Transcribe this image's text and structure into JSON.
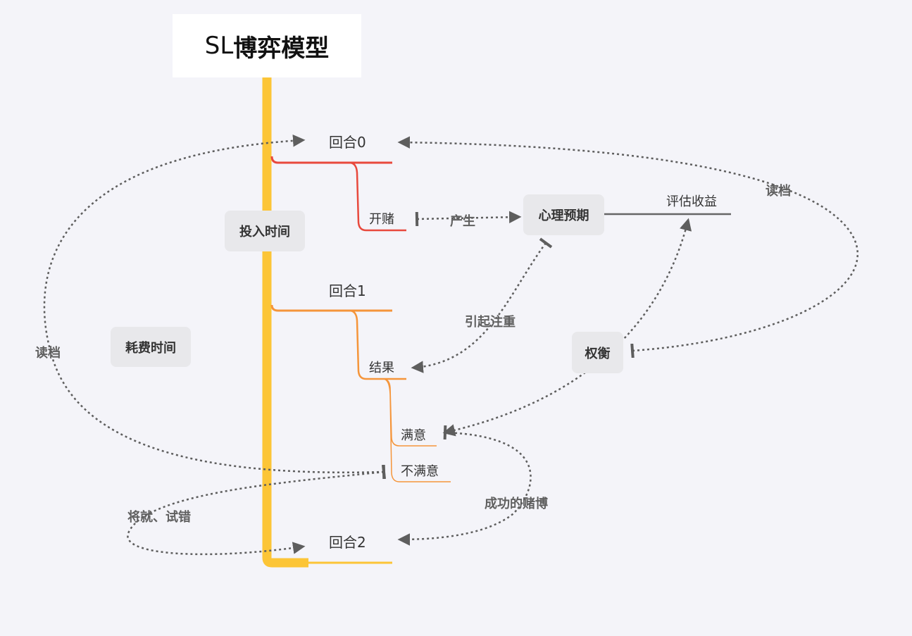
{
  "title": {
    "prefix": "SL",
    "main": "博弈模型"
  },
  "rounds": [
    "回合0",
    "回合1",
    "回合2"
  ],
  "leaves": {
    "open_bet": "开赌",
    "result": "结果",
    "satisfied": "满意",
    "unsatisfied": "不满意",
    "evaluate_gain": "评估收益"
  },
  "pills": {
    "invest_time": "投入时间",
    "spend_time": "耗费时间",
    "psych_expectation": "心理预期",
    "balance": "权衡"
  },
  "relations": {
    "produce": "产生",
    "draw_attention": "引起注重",
    "reload_left": "读档",
    "reload_right": "读档",
    "compromise": "将就、试错",
    "successful_bet": "成功的赌博"
  },
  "colors": {
    "trunk": "#fcc537",
    "round0": "#e8493d",
    "round1": "#f5953a",
    "round2": "#fcc537",
    "relation": "#5e5e5e",
    "background": "#f4f4f9"
  }
}
